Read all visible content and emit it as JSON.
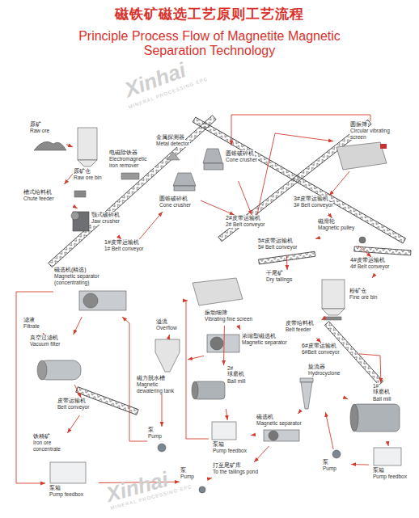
{
  "diagram": {
    "title": "磁铁矿磁选工艺原则工艺流程",
    "nodes": [
      {
        "text": [
          "原矿",
          "Raw ore"
        ]
      },
      {
        "text": [
          "原矿仓",
          "Raw ore bin"
        ]
      },
      {
        "text": [
          "槽式给料机",
          "Chute feeder"
        ]
      },
      {
        "text": [
          "颚式破碎机",
          "Jaw crusher"
        ]
      },
      {
        "text": [
          "电磁除铁器",
          "Electromagnetic iron remover"
        ]
      },
      {
        "text": [
          "金属探测器",
          "Metal detector"
        ]
      },
      {
        "text": [
          "1#皮带运输机",
          "1# Belt conveyor"
        ]
      },
      {
        "text": [
          "圆锥破碎机",
          "Cone crusher"
        ]
      },
      {
        "text": [
          "圆锥破碎机",
          "Cone crusher"
        ]
      },
      {
        "text": [
          "圆振筛",
          "Circular vibrating screen"
        ]
      },
      {
        "text": [
          "2#皮带运输机",
          "2# Belt conveyor"
        ]
      },
      {
        "text": [
          "3#皮带运输机",
          "3# Belt conveyor"
        ]
      },
      {
        "text": [
          "磁滑轮",
          "Magnetic pulley"
        ]
      },
      {
        "text": [
          "5#皮带运输机",
          "5# Belt conveyor"
        ]
      },
      {
        "text": [
          "4#皮带运输机",
          "4# Belt conveyor"
        ]
      },
      {
        "text": [
          "干尾矿",
          "Dry tailings"
        ]
      },
      {
        "text": [
          "粉矿仓",
          "Fine ore bin"
        ]
      },
      {
        "text": [
          "皮带给料机",
          "Belt feeder"
        ]
      },
      {
        "text": [
          "6#皮带运输机",
          "6#Belt conveyor"
        ]
      },
      {
        "text": [
          "磁选机(精选)",
          "Magnetic separator (concentrating)"
        ]
      },
      {
        "text": [
          "振动细筛",
          "Vibrating fine screen"
        ]
      },
      {
        "text": [
          "溢流",
          "Overflow"
        ]
      },
      {
        "text": [
          "浓缩型磁选机",
          "Magnetic separator"
        ]
      },
      {
        "text": [
          "滤液",
          "Filtrate"
        ]
      },
      {
        "text": [
          "真空过滤机",
          "Vacuum filter"
        ]
      },
      {
        "text": [
          "磁力脱水槽",
          "Magnetic dewatering tank"
        ]
      },
      {
        "text": [
          "2#",
          "球磨机",
          "Ball mill"
        ]
      },
      {
        "text": [
          "旋流器",
          "Hydrocyclone"
        ]
      },
      {
        "text": [
          "1#",
          "球磨机",
          "Ball mill"
        ]
      },
      {
        "text": [
          "磁选机",
          "Magnetic separator"
        ]
      },
      {
        "text": [
          "皮带运输机",
          "Belt conveyor"
        ]
      },
      {
        "text": [
          "泵",
          "Pump"
        ]
      },
      {
        "text": [
          "泵箱",
          "Pump feedbox"
        ]
      },
      {
        "text": [
          "铁精矿",
          "Iron ore concentrate"
        ]
      },
      {
        "text": [
          "泵",
          "Pump"
        ]
      },
      {
        "text": [
          "泵箱",
          "Pump feedbox"
        ]
      },
      {
        "text": [
          "打至尾矿库",
          "To the tailings pond"
        ]
      },
      {
        "text": [
          "泵",
          "Pump"
        ]
      },
      {
        "text": [
          "泵箱",
          "Pump feedbox"
        ]
      }
    ],
    "edges": [
      {
        "from": 0,
        "to": 1,
        "arrow": "to"
      },
      {
        "from": 1,
        "to": 2,
        "arrow": "to"
      },
      {
        "from": 2,
        "to": 3,
        "arrow": "to"
      },
      {
        "from": 3,
        "to": 6,
        "arrow": "to"
      },
      {
        "from": 6,
        "to": 7,
        "arrow": "to"
      },
      {
        "from": 7,
        "to": 10,
        "arrow": "to"
      },
      {
        "from": 10,
        "to": 9,
        "arrow": "to"
      },
      {
        "from": 9,
        "to": 8,
        "arrow": "to"
      },
      {
        "from": 8,
        "to": 10,
        "arrow": "to"
      },
      {
        "from": 9,
        "to": 11,
        "arrow": "to"
      },
      {
        "from": 11,
        "to": 12,
        "arrow": "to"
      },
      {
        "from": 12,
        "to": 13,
        "arrow": "to"
      },
      {
        "from": 13,
        "to": 15,
        "arrow": "to"
      },
      {
        "from": 12,
        "to": 14,
        "arrow": "to"
      },
      {
        "from": 14,
        "to": 16,
        "arrow": "to"
      },
      {
        "from": 16,
        "to": 17,
        "arrow": "to"
      },
      {
        "from": 17,
        "to": 18,
        "arrow": "to"
      },
      {
        "from": 18,
        "to": 28,
        "arrow": "to"
      },
      {
        "from": 28,
        "to": 35,
        "arrow": "to"
      },
      {
        "from": 35,
        "to": 34,
        "arrow": "to"
      },
      {
        "from": 34,
        "to": 27,
        "arrow": "to"
      },
      {
        "from": 27,
        "to": 28,
        "arrow": "to"
      },
      {
        "from": 27,
        "to": 29,
        "arrow": "to"
      },
      {
        "from": 29,
        "to": 32,
        "arrow": "to"
      },
      {
        "from": 32,
        "to": 20,
        "arrow": "to"
      },
      {
        "from": 20,
        "to": 26,
        "arrow": "to"
      },
      {
        "from": 26,
        "to": 32,
        "arrow": "to"
      },
      {
        "from": 20,
        "to": 22,
        "arrow": "to"
      },
      {
        "from": 22,
        "to": 25,
        "arrow": "to"
      },
      {
        "from": 25,
        "to": 21,
        "arrow": "to"
      },
      {
        "from": 25,
        "to": 31,
        "arrow": "to"
      },
      {
        "from": 31,
        "to": 19,
        "arrow": "to"
      },
      {
        "from": 19,
        "to": 24,
        "arrow": "to"
      },
      {
        "from": 24,
        "to": 23,
        "arrow": "to"
      },
      {
        "from": 24,
        "to": 30,
        "arrow": "to"
      },
      {
        "from": 30,
        "to": 33,
        "arrow": "to"
      },
      {
        "from": 19,
        "to": 38,
        "arrow": "to"
      },
      {
        "from": 38,
        "to": 37,
        "arrow": "to"
      },
      {
        "from": 37,
        "to": 36,
        "arrow": "to"
      },
      {
        "from": 29,
        "to": 36,
        "arrow": "to"
      }
    ],
    "labels": [
      "Principle Process Flow of Magnetite Magnetic Separation Technology",
      "Xinhai",
      "MINERAL PROCESSING EPC",
      "Xinhai",
      "MINERAL PROCESSING EPC"
    ]
  }
}
